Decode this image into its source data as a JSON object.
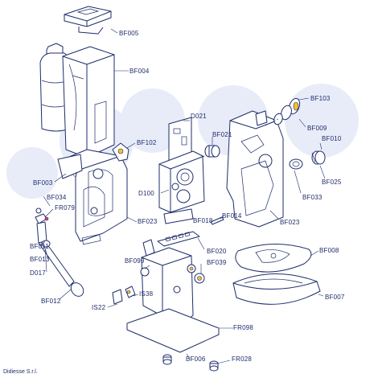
{
  "labels": {
    "BF005": "BF005",
    "BF004": "BF004",
    "BF102": "BF102",
    "BF003": "BF003",
    "BF034": "BF034",
    "FR079": "FR079",
    "BF011": "BF011",
    "BF013": "BF013",
    "D017": "D017",
    "BF012": "BF012",
    "BF023a": "BF023",
    "D021": "D021",
    "BF021": "BF021",
    "D100": "D100",
    "BF018": "BF018",
    "BF014": "BF014",
    "BF023b": "BF023",
    "BF103": "BF103",
    "BF009": "BF009",
    "BF010": "BF010",
    "BF025": "BF025",
    "BF033": "BF033",
    "BF020": "BF020",
    "BF099": "BF099",
    "BF039": "BF039",
    "IS38": "IS38",
    "IS22": "IS22",
    "BF008": "BF008",
    "BF007": "BF007",
    "FR098": "FR098",
    "BF006": "BF006",
    "FR028": "FR028"
  },
  "footer": "Didiesse S.r.l.",
  "colors": {
    "line": "#1e2d6b",
    "accent_red": "#e23b6b",
    "accent_yellow": "#f1c232",
    "watermark": "#e8ecf8"
  }
}
